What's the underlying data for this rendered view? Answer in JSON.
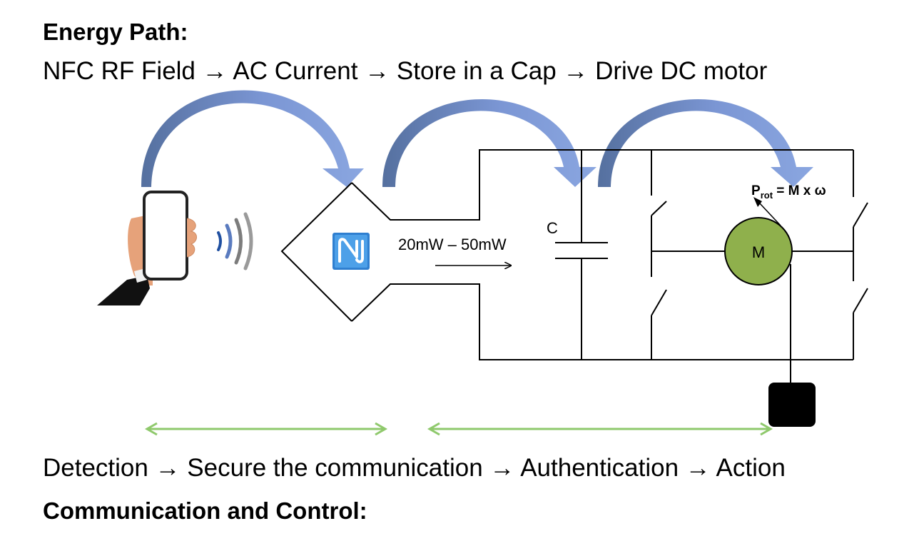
{
  "header": {
    "title": "Energy Path:",
    "path_text": "NFC RF Field → AC Current → Store in a Cap → Drive DC motor"
  },
  "diagram": {
    "power_label": "20mW – 50mW",
    "capacitor_label": "C",
    "motor_label": "M",
    "power_formula": {
      "p": "P",
      "sub": "rot",
      "rest": " = M x ω"
    },
    "colors": {
      "energy_arrow": "#7b96d4",
      "energy_arrow_dark": "#55709f",
      "control_arrow": "#8fc96c",
      "motor_fill": "#8fb04c",
      "nfc_blue": "#2f7fd0"
    }
  },
  "footer": {
    "flow_text": "Detection → Secure the communication → Authentication → Action",
    "title": "Communication and Control:"
  }
}
